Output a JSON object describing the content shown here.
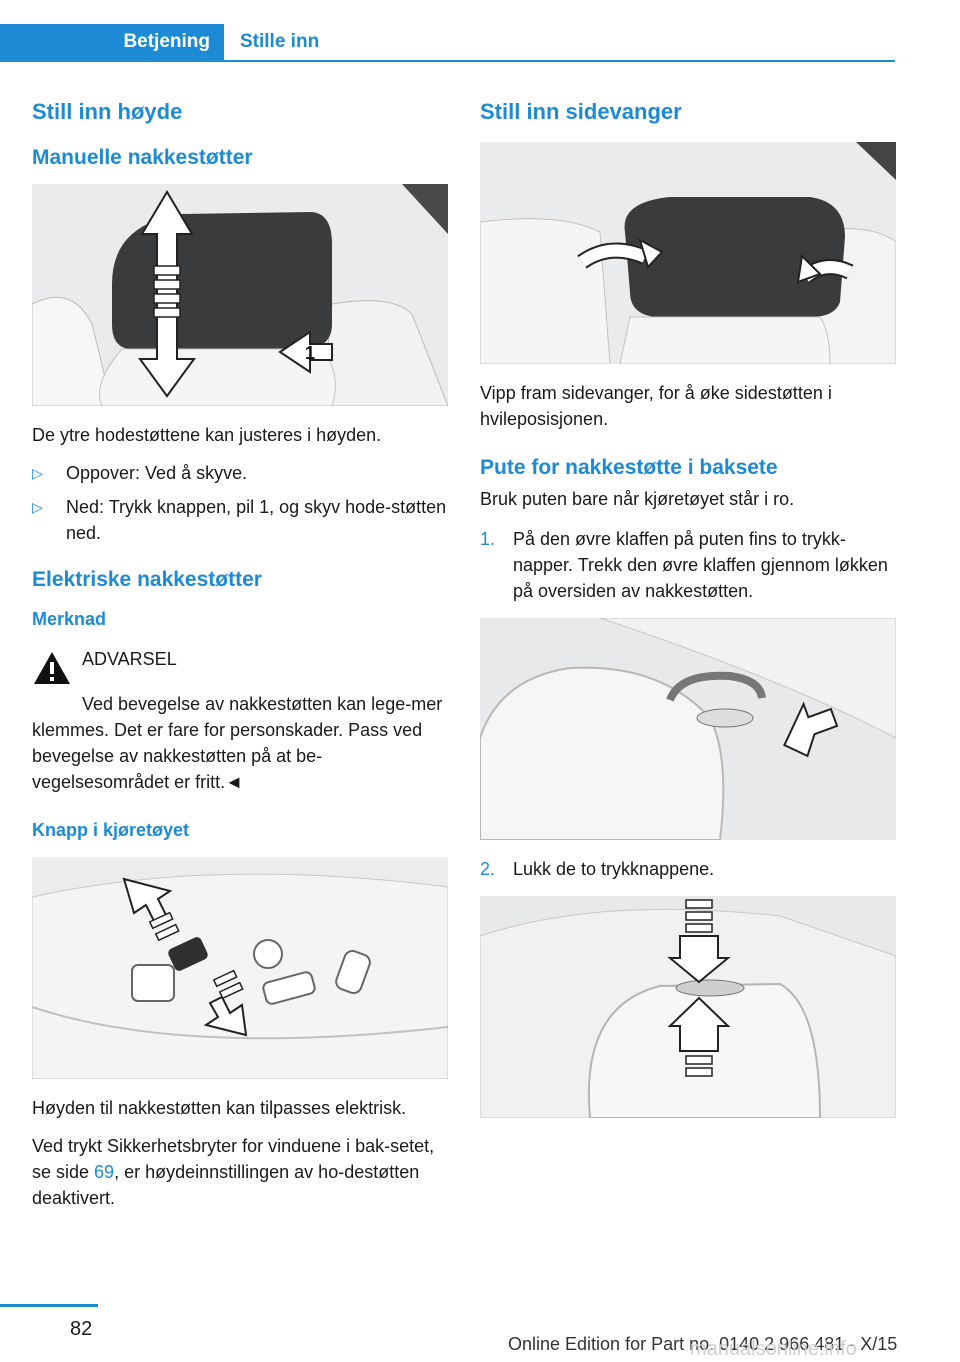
{
  "header": {
    "tab_active": "Betjening",
    "tab_inactive": "Stille inn"
  },
  "left": {
    "h_height": "Still inn høyde",
    "h_manual": "Manuelle nakkestøtter",
    "fig1_label": "1",
    "p_adjust": "De ytre hodestøttene kan justeres i høyden.",
    "bullets": [
      {
        "marker": "▷",
        "text": "Oppover: Ved å skyve."
      },
      {
        "marker": "▷",
        "text": "Ned: Trykk knappen, pil 1, og skyv hode-støtten ned."
      }
    ],
    "h_electric": "Elektriske nakkestøtter",
    "h_note": "Merknad",
    "warning_title": "ADVARSEL",
    "warning_text": "Ved bevegelse av nakkestøtten kan lege-mer klemmes. Det er fare for personskader. Pass ved bevegelse av nakkestøtten på at be-vegelsesområdet er fritt.◄",
    "h_button": "Knapp i kjøretøyet",
    "p_electric": "Høyden til nakkestøtten kan tilpasses elektrisk.",
    "p_window_pre": "Ved trykt Sikkerhetsbryter for vinduene i bak-setet, se side ",
    "p_window_link": "69",
    "p_window_post": ", er høydeinnstillingen av ho-destøtten deaktivert."
  },
  "right": {
    "h_side": "Still inn sidevanger",
    "p_side": "Vipp fram sidevanger, for å øke sidestøtten i hvileposisjonen.",
    "h_pillow": "Pute for nakkestøtte i baksete",
    "p_pillow": "Bruk puten bare når kjøretøyet står i ro.",
    "steps": [
      {
        "marker": "1.",
        "text": "På den øvre klaffen på puten fins to trykk-napper. Trekk den øvre klaffen gjennom løkken på oversiden av nakkestøtten."
      },
      {
        "marker": "2.",
        "text": "Lukk de to trykknappene."
      }
    ]
  },
  "footer": {
    "page_number": "82",
    "edition": "Online Edition for Part no. 0140 2 966 481 - X/15",
    "watermark": "manualsonline.info"
  },
  "colors": {
    "accent": "#1d8ad6",
    "text": "#1a1a1a"
  }
}
